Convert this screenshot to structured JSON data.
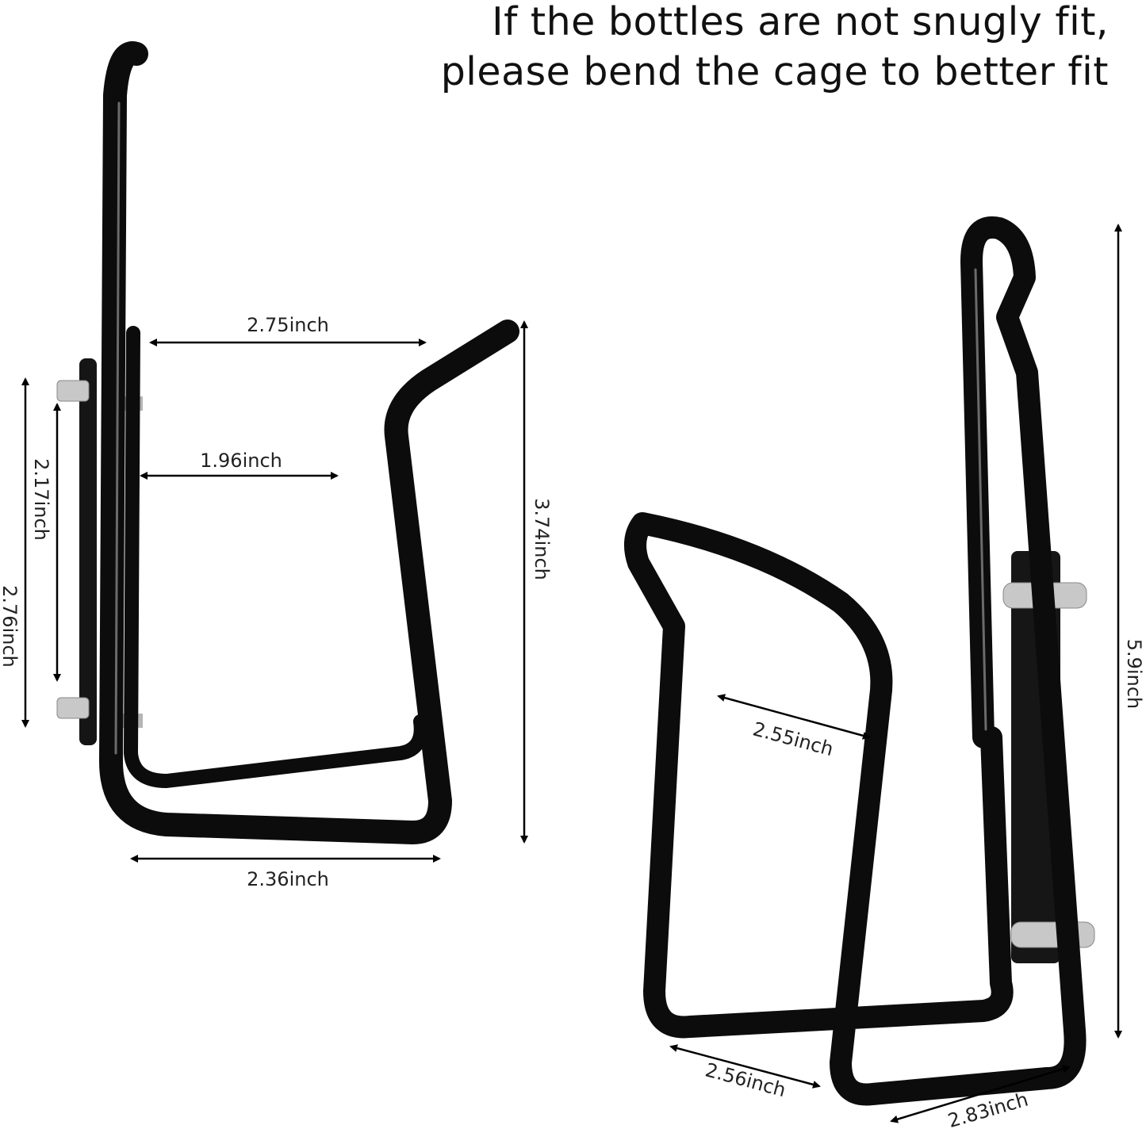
{
  "headline": {
    "line1": "If the bottles are not snugly fit,",
    "line2": "please bend the cage to better fit"
  },
  "colors": {
    "tube": "#0c0c0c",
    "bolt": "#c8c8c8",
    "arrow": "#000000"
  },
  "left_cage": {
    "dims": {
      "top_width": "2.75inch",
      "inner_width": "1.96inch",
      "bottom_width": "2.36inch",
      "height": "3.74inch",
      "bolt_spacing": "2.17inch",
      "plate_length": "2.76inch"
    }
  },
  "right_cage": {
    "dims": {
      "height": "5.9inch",
      "inner_width": "2.55inch",
      "base_depth": "2.56inch",
      "base_width": "2.83inch"
    }
  }
}
